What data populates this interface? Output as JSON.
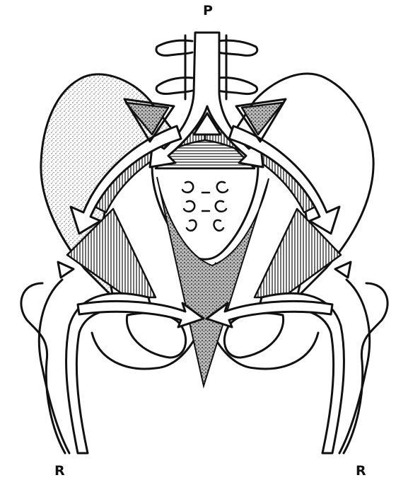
{
  "labels": {
    "top": "P",
    "bottom_left": "R",
    "bottom_right": "R"
  },
  "colors": {
    "ink": "#111111",
    "paper": "#ffffff",
    "stipple": "#555555",
    "hatch": "#333333"
  }
}
